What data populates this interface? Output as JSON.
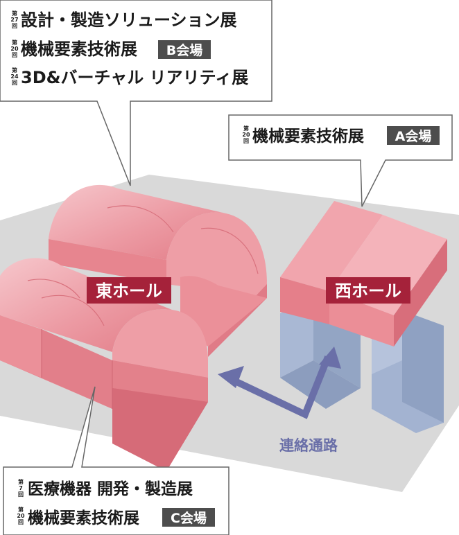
{
  "diagram": {
    "east_hall": {
      "label": "東ホール"
    },
    "west_hall": {
      "label": "西ホール"
    },
    "corridor": {
      "label": "連絡通路"
    },
    "callout_east": {
      "lines": [
        {
          "ordinal": [
            "第",
            "27",
            "回"
          ],
          "title": "設計・製造ソリューション展",
          "badge": ""
        },
        {
          "ordinal": [
            "第",
            "20",
            "回"
          ],
          "title": "機械要素技術展",
          "badge": "B会場"
        },
        {
          "ordinal": [
            "第",
            "24",
            "回"
          ],
          "title": "3D&バーチャル リアリティ展",
          "badge": ""
        }
      ]
    },
    "callout_west": {
      "lines": [
        {
          "ordinal": [
            "第",
            "20",
            "回"
          ],
          "title": "機械要素技術展",
          "badge": "A会場"
        }
      ]
    },
    "callout_south": {
      "lines": [
        {
          "ordinal": [
            "第",
            "7",
            "回"
          ],
          "title": "医療機器 開発・製造展",
          "badge": ""
        },
        {
          "ordinal": [
            "第",
            "20",
            "回"
          ],
          "title": "機械要素技術展",
          "badge": "C会場"
        }
      ]
    },
    "colors": {
      "ground": "#d9d9d9",
      "hall_pink": "#ec8f98",
      "hall_label_bg": "#a5223a",
      "lower_floor_blue": "#9fb0cc",
      "arrow": "#6a6fa8",
      "badge_bg": "#4d4d4d"
    }
  }
}
